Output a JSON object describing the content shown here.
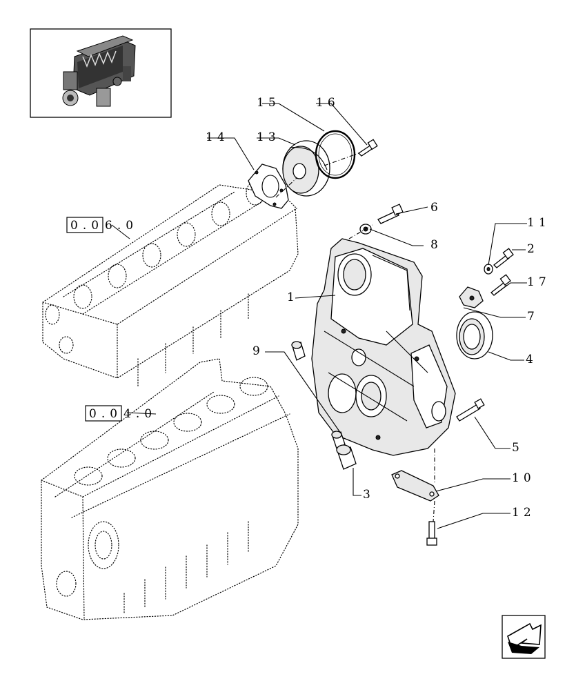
{
  "callouts": [
    {
      "id": "c1",
      "label": "1"
    },
    {
      "id": "c2",
      "label": "2"
    },
    {
      "id": "c3",
      "label": "3"
    },
    {
      "id": "c4",
      "label": "4"
    },
    {
      "id": "c5",
      "label": "5"
    },
    {
      "id": "c6",
      "label": "6"
    },
    {
      "id": "c7",
      "label": "7"
    },
    {
      "id": "c8",
      "label": "8"
    },
    {
      "id": "c9",
      "label": "9"
    },
    {
      "id": "c10",
      "label": "10"
    },
    {
      "id": "c11",
      "label": "11"
    },
    {
      "id": "c12",
      "label": "12"
    },
    {
      "id": "c13",
      "label": "13"
    },
    {
      "id": "c14",
      "label": "14"
    },
    {
      "id": "c15",
      "label": "15"
    },
    {
      "id": "c16",
      "label": "16"
    },
    {
      "id": "c17",
      "label": "17"
    }
  ],
  "references": {
    "cylinder_head": {
      "boxed": "0.0",
      "rest": "6.0"
    },
    "engine_block": {
      "boxed": "0.0",
      "rest": "4.0"
    }
  },
  "thumbnail_icon": "engine-thumbnail",
  "nav_icon": "next-page-arrow-icon"
}
